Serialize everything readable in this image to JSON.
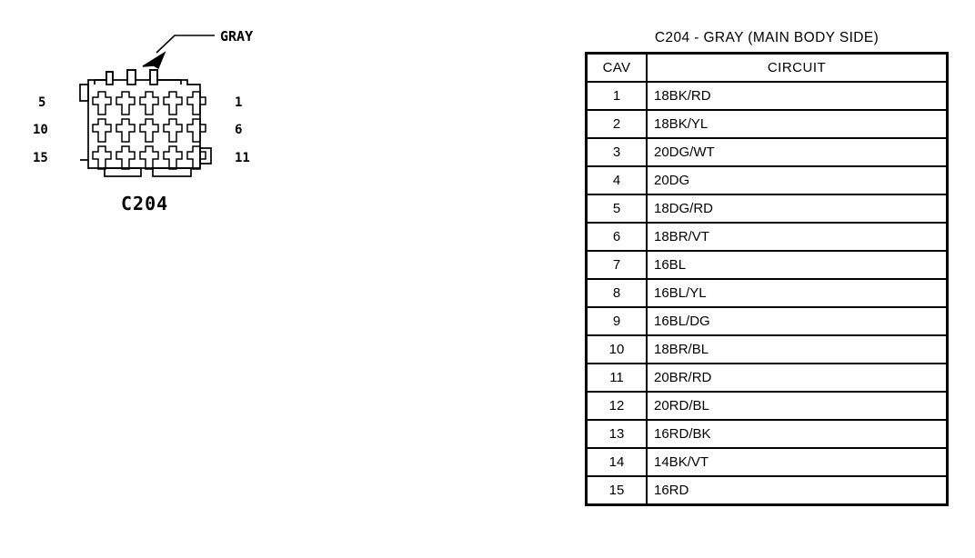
{
  "diagram": {
    "callout_label": "GRAY",
    "connector_name": "C204",
    "pin_labels": {
      "left_top": "5",
      "left_middle": "10",
      "left_bottom": "15",
      "right_top": "1",
      "right_middle": "6",
      "right_bottom": "11"
    },
    "cavity_count": 15,
    "rows": 3,
    "columns": 5,
    "colors": {
      "line": "#000000",
      "background": "#ffffff"
    }
  },
  "table": {
    "title": "C204 - GRAY (MAIN BODY SIDE)",
    "headers": [
      "CAV",
      "CIRCUIT"
    ],
    "rows": [
      {
        "cav": "1",
        "circuit": "18BK/RD"
      },
      {
        "cav": "2",
        "circuit": "18BK/YL"
      },
      {
        "cav": "3",
        "circuit": "20DG/WT"
      },
      {
        "cav": "4",
        "circuit": "20DG"
      },
      {
        "cav": "5",
        "circuit": "18DG/RD"
      },
      {
        "cav": "6",
        "circuit": "18BR/VT"
      },
      {
        "cav": "7",
        "circuit": "16BL"
      },
      {
        "cav": "8",
        "circuit": "16BL/YL"
      },
      {
        "cav": "9",
        "circuit": "16BL/DG"
      },
      {
        "cav": "10",
        "circuit": "18BR/BL"
      },
      {
        "cav": "11",
        "circuit": "20BR/RD"
      },
      {
        "cav": "12",
        "circuit": "20RD/BL"
      },
      {
        "cav": "13",
        "circuit": "16RD/BK"
      },
      {
        "cav": "14",
        "circuit": "14BK/VT"
      },
      {
        "cav": "15",
        "circuit": "16RD"
      }
    ]
  }
}
